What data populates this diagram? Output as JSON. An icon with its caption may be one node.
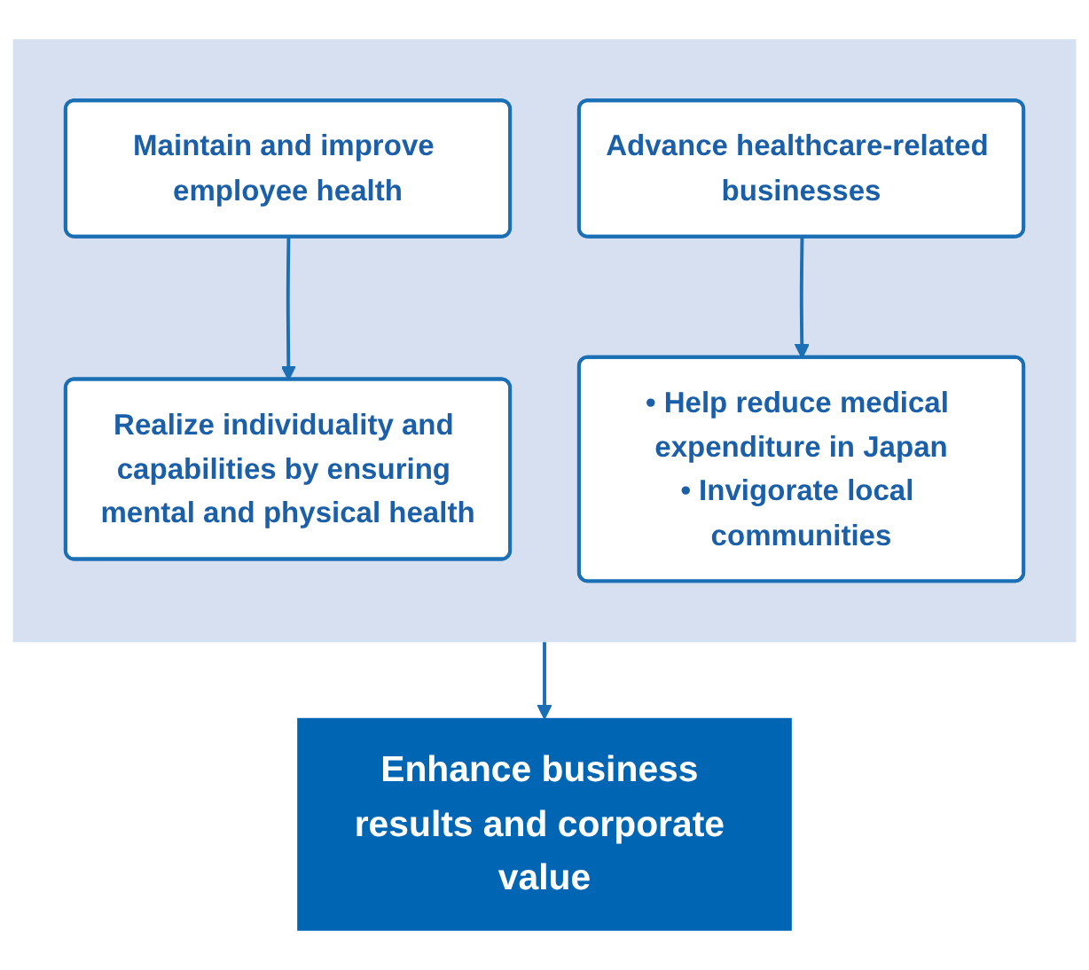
{
  "diagram": {
    "nodes": [
      {
        "text": [],
        "shape": "box"
      },
      {
        "text": [
          "Maintain and improve employee health"
        ],
        "in": 0
      },
      {
        "text": [
          "Advance healthcare-related businesses"
        ],
        "in": 0
      },
      {
        "text": [
          "Realize individuality and capabilities by ensuring mental and physical health"
        ],
        "in": 0
      },
      {
        "text": [
          "• Help reduce medical expenditure in Japan",
          "• Invigorate local communities"
        ],
        "in": 0
      },
      {
        "text": [
          "Enhance business results and corporate value"
        ]
      }
    ],
    "edges": [
      {
        "from": 1,
        "to": 3,
        "arrow": "to"
      },
      {
        "from": 2,
        "to": 4,
        "arrow": "to"
      },
      {
        "from": 0,
        "to": 5,
        "arrow": "to"
      }
    ]
  }
}
